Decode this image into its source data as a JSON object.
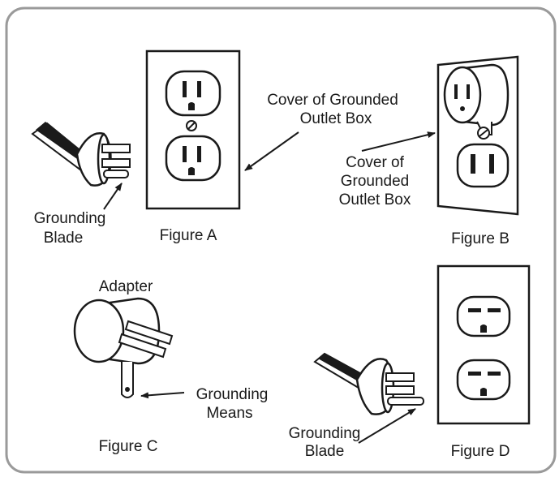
{
  "figure_a": {
    "caption": "Figure A",
    "blade_label_line1": "Grounding",
    "blade_label_line2": "Blade",
    "cover_label_line1": "Cover of Grounded",
    "cover_label_line2": "Outlet Box"
  },
  "figure_b": {
    "caption": "Figure B",
    "cover_label_line1": "Cover of",
    "cover_label_line2": "Grounded",
    "cover_label_line3": "Outlet Box"
  },
  "figure_c": {
    "caption": "Figure C",
    "adapter_label": "Adapter",
    "means_label_line1": "Grounding",
    "means_label_line2": "Means"
  },
  "figure_d": {
    "caption": "Figure D",
    "blade_label_line1": "Grounding",
    "blade_label_line2": "Blade"
  },
  "colors": {
    "ink": "#1a1a1a",
    "frame": "#9a9a9a",
    "paper": "#ffffff"
  }
}
